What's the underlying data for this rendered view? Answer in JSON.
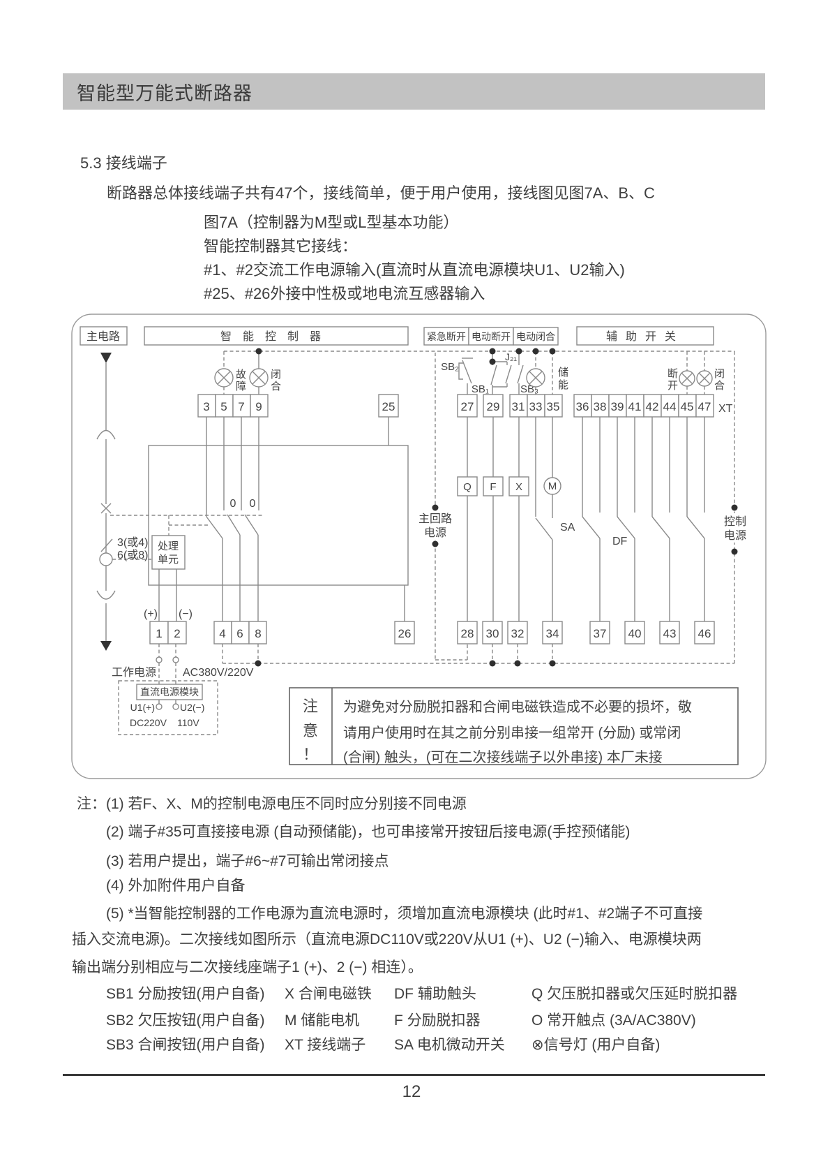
{
  "page": {
    "title": "智能型万能式断路器",
    "number": "12"
  },
  "intro": {
    "section": "5.3 接线端子",
    "lead": "断路器总体接线端子共有47个，接线简单，便于用户使用，接线图见图7A、B、C",
    "fig_caption": "图7A（控制器为M型或L型基本功能）",
    "other": "智能控制器其它接线：",
    "line1": "#1、#2交流工作电源输入(直流时从直流电源模块U1、U2输入)",
    "line2": "#25、#26外接中性极或地电流互感器输入"
  },
  "diagram": {
    "headers": {
      "main": "主电路",
      "controller": "智能控制器",
      "em_open": "紧急断开",
      "el_open": "电动断开",
      "el_close": "电动闭合",
      "aux": "辅助开关"
    },
    "lamps": {
      "fault": [
        "故",
        "障"
      ],
      "closed": [
        "闭",
        "合"
      ],
      "store": [
        "储",
        "能"
      ],
      "open": [
        "断",
        "开"
      ],
      "close": [
        "闭",
        "合"
      ]
    },
    "labels": {
      "sb2": "SB₂",
      "sb1": "SB₁",
      "sb3": "SB₃",
      "j21": "J₂₁",
      "q": "Q",
      "f": "F",
      "x": "X",
      "m": "M",
      "sa": "SA",
      "df": "DF",
      "xt": "XT",
      "main_power": [
        "主回路",
        "电源"
      ],
      "ctrl_power": [
        "控制",
        "电源"
      ],
      "unit": [
        "处理",
        "单元"
      ],
      "pole1": "3(或4)",
      "pole2": "6(或8)",
      "plus": "(+)",
      "minus": "(−)",
      "zero": "0",
      "work_power": "工作电源",
      "ac": "AC380V/220V",
      "dc_box": "直流电源模块",
      "u1": "U1(+)",
      "u2": "U2(−)",
      "dc1": "DC220V",
      "dc2": "110V"
    },
    "terminals": {
      "strip_a": [
        "3",
        "5",
        "7",
        "9"
      ],
      "t25": "25",
      "t27": "27",
      "t29": "29",
      "strip_b": [
        "31",
        "33",
        "35"
      ],
      "strip_c": [
        "36",
        "38",
        "39",
        "41",
        "42",
        "44",
        "45",
        "47"
      ],
      "strip_d": [
        "1",
        "2"
      ],
      "strip_e": [
        "4",
        "6",
        "8"
      ],
      "t26": "26",
      "t28": "28",
      "t30": "30",
      "t32": "32",
      "t34": "34",
      "t37": "37",
      "t40": "40",
      "t43": "43",
      "t46": "46"
    },
    "note": {
      "title": [
        "注",
        "意",
        "！"
      ],
      "lines": [
        "为避免对分励脱扣器和合闸电磁铁造成不必要的损坏，敬",
        "请用户使用时在其之前分别串接一组常开 (分励) 或常闭",
        "(合闸) 触头，(可在二次接线端子以外串接) 本厂未接"
      ]
    }
  },
  "notes": {
    "prefix": "注：",
    "items": [
      "(1) 若F、X、M的控制电源电压不同时应分别接不同电源",
      "(2) 端子#35可直接接电源 (自动预储能)，也可串接常开按钮后接电源(手控预储能)",
      "(3) 若用户提出，端子#6~#7可输出常闭接点",
      "(4) 外加附件用户自备",
      "(5) *当智能控制器的工作电源为直流电源时，须增加直流电源模块 (此时#1、#2端子不可直接"
    ],
    "cont1": "插入交流电源)。二次接线如图所示（直流电源DC110V或220V从U1 (+)、U2 (−)输入、电源模块两",
    "cont2": "输出端分别相应与二次接线座端子1 (+)、2 (−) 相连）。"
  },
  "legend": {
    "rows": [
      [
        "SB1 分励按钮(用户自备)",
        "X 合闸电磁铁",
        "DF 辅助触头",
        "Q 欠压脱扣器或欠压延时脱扣器"
      ],
      [
        "SB2 欠压按钮(用户自备)",
        "M 储能电机",
        "F 分励脱扣器",
        "O 常开触点 (3A/AC380V)"
      ],
      [
        "SB3 合闸按钮(用户自备)",
        "XT 接线端子",
        "SA 电机微动开关",
        "⊗信号灯 (用户自备)"
      ]
    ]
  }
}
